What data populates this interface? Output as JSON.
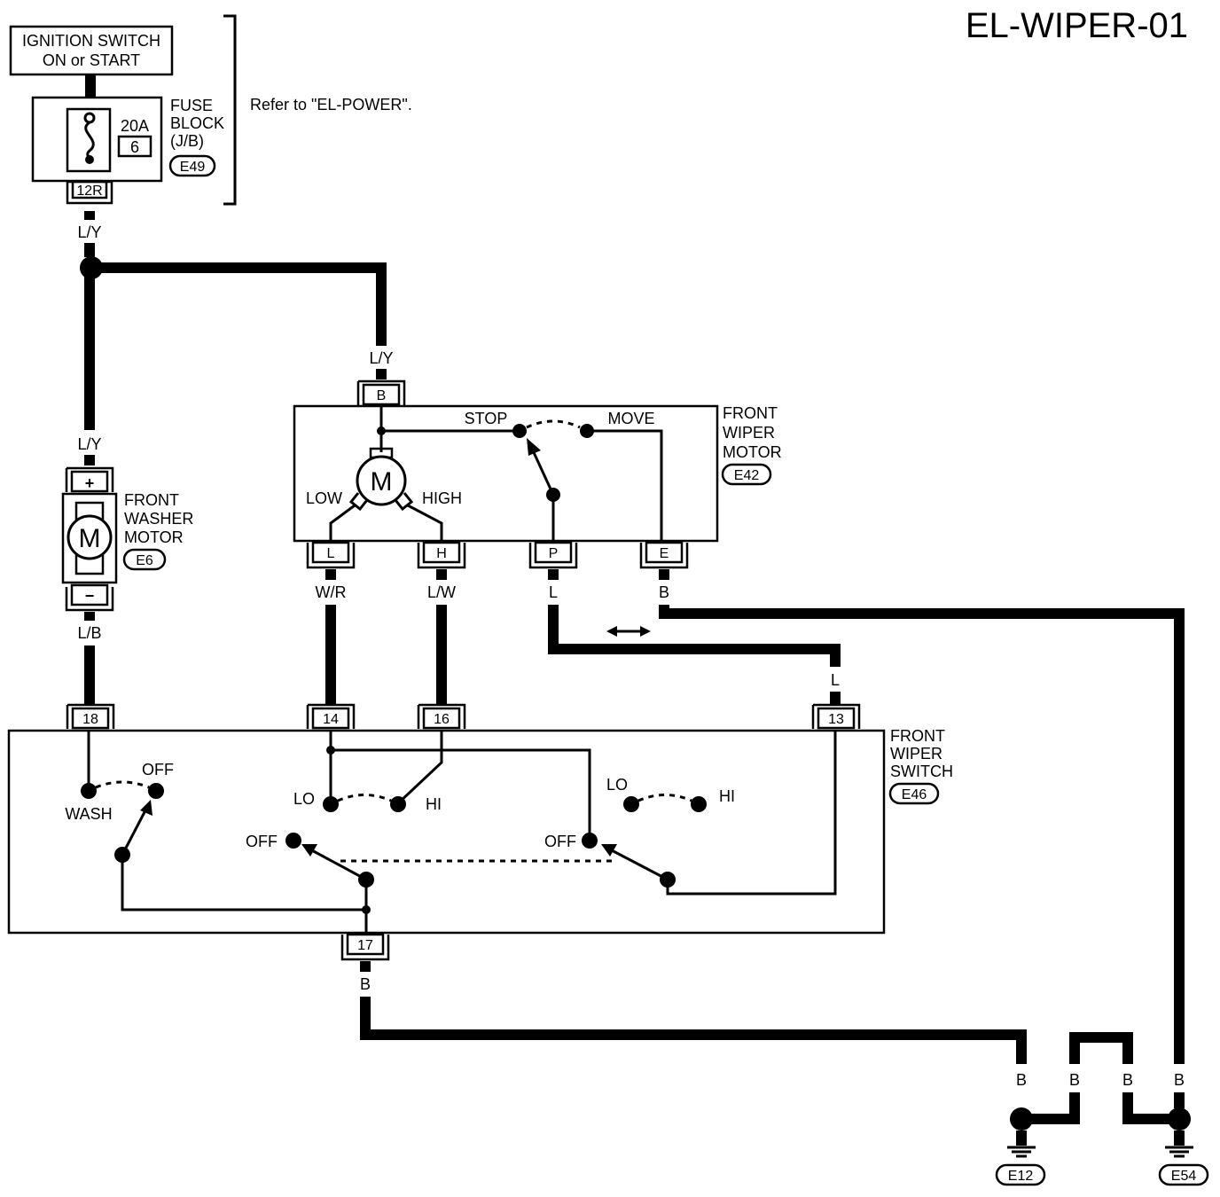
{
  "title": "EL-WIPER-01",
  "ignition": {
    "line1": "IGNITION SWITCH",
    "line2": "ON or START"
  },
  "fuse_block": {
    "line1": "FUSE",
    "line2": "BLOCK",
    "line3": "(J/B)",
    "code": "E49",
    "amp": "20A",
    "number": "6",
    "connector": "12R"
  },
  "refer": "Refer to \"EL-POWER\".",
  "washer_motor": {
    "line1": "FRONT",
    "line2": "WASHER",
    "line3": "MOTOR",
    "code": "E6",
    "plus": "+",
    "minus": "−",
    "symbol": "M"
  },
  "wiper_motor": {
    "line1": "FRONT",
    "line2": "WIPER",
    "line3": "MOTOR",
    "code": "E42",
    "symbol": "M",
    "low": "LOW",
    "high": "HIGH",
    "stop": "STOP",
    "move": "MOVE",
    "pins": [
      "B",
      "L",
      "H",
      "P",
      "E"
    ]
  },
  "wiper_switch": {
    "line1": "FRONT",
    "line2": "WIPER",
    "line3": "SWITCH",
    "code": "E46",
    "pins": [
      "18",
      "14",
      "16",
      "13",
      "17"
    ],
    "wash": "WASH",
    "off": "OFF",
    "lo": "LO",
    "hi": "HI"
  },
  "wire_colors": {
    "ly_top": "L/Y",
    "ly_motor": "L/Y",
    "ly_washer": "L/Y",
    "lb": "L/B",
    "wr": "W/R",
    "lw": "L/W",
    "l_p": "L",
    "l_13": "L",
    "b_e": "B",
    "b_17": "B",
    "b_g1": "B",
    "b_g2": "B",
    "b_g3": "B",
    "b_g4": "B"
  },
  "grounds": [
    "E12",
    "E54"
  ]
}
